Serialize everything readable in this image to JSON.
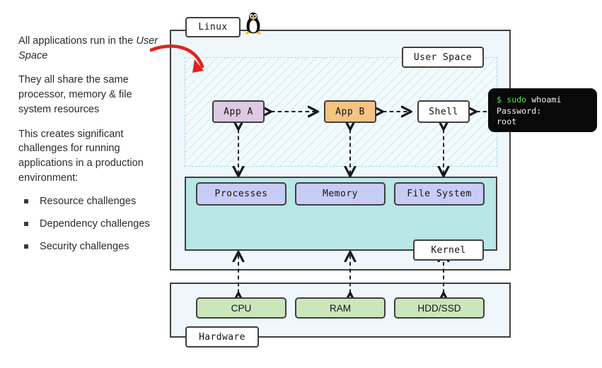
{
  "left_text": {
    "p1_before": "All applications run in the ",
    "p1_em": "User Space",
    "p2": "They all share the same processor, memory & file system resources",
    "p3": "This creates significant challenges for running applications in a production environment:",
    "bullets": [
      "Resource challenges",
      "Dependency challenges",
      "Security challenges"
    ]
  },
  "diagram": {
    "labels": {
      "linux": "Linux",
      "user_space": "User Space",
      "kernel": "Kernel",
      "hardware": "Hardware"
    },
    "user_space_nodes": [
      {
        "id": "app-a",
        "label": "App A",
        "color": "#ddc9e2"
      },
      {
        "id": "app-b",
        "label": "App B",
        "color": "#f7c383"
      },
      {
        "id": "shell",
        "label": "Shell",
        "color": "#ffffff"
      }
    ],
    "kernel_nodes": [
      {
        "id": "processes",
        "label": "Processes",
        "color": "#c7ccf7"
      },
      {
        "id": "memory",
        "label": "Memory",
        "color": "#c7ccf7"
      },
      {
        "id": "file-system",
        "label": "File System",
        "color": "#c7ccf7"
      }
    ],
    "hardware_nodes": [
      {
        "id": "cpu",
        "label": "CPU",
        "color": "#cbe6bb"
      },
      {
        "id": "ram",
        "label": "RAM",
        "color": "#cbe6bb"
      },
      {
        "id": "hdd-ssd",
        "label": "HDD/SSD",
        "color": "#cbe6bb"
      }
    ],
    "terminal": {
      "prompt": "$ sudo",
      "command": " whoami",
      "line2": "Password:",
      "line3": "root"
    },
    "icons": {
      "tux": "tux-penguin-icon",
      "arrow": "red-curved-arrow-icon"
    },
    "colors": {
      "outer_fill": "#eff7fd",
      "user_space_hatch": "#a0dee3",
      "kernel_fill": "#b9e6e6",
      "stroke": "#3f3f3f",
      "terminal_bg": "#090909",
      "terminal_green": "#4ee44e",
      "arrow_red": "#e0231c"
    }
  }
}
